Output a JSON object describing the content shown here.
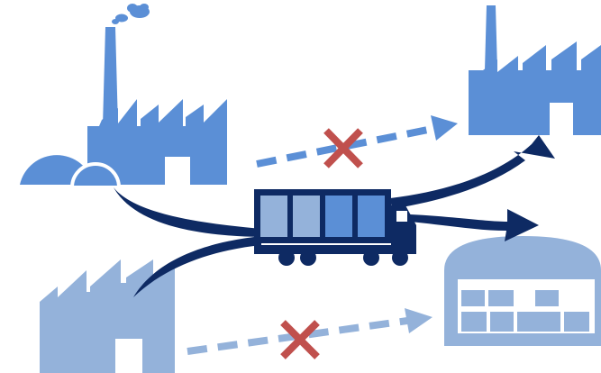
{
  "diagram": {
    "nodes": [
      {
        "id": "factory-main",
        "kind": "factory-with-chimney-and-smoke",
        "color": "#5b8fd6"
      },
      {
        "id": "storage-domes",
        "kind": "storage-tank-domes",
        "color": "#5b8fd6"
      },
      {
        "id": "factory-secondary",
        "kind": "factory",
        "color": "#94b2da"
      },
      {
        "id": "factory-destination",
        "kind": "factory",
        "color": "#5b8fd6"
      },
      {
        "id": "warehouse",
        "kind": "warehouse-with-boxes",
        "color": "#94b2da"
      },
      {
        "id": "truck",
        "kind": "delivery-truck",
        "cargo_colors": [
          "#94b2da",
          "#94b2da",
          "#5b8fd6",
          "#5b8fd6"
        ]
      }
    ],
    "flows": [
      {
        "from": "factory-main",
        "to": "truck",
        "style": "solid-curved",
        "color": "#0e2a63"
      },
      {
        "from": "factory-secondary",
        "to": "truck",
        "style": "solid-curved",
        "color": "#0e2a63"
      },
      {
        "from": "truck",
        "to": "factory-destination",
        "style": "solid-curved-arrow",
        "color": "#0e2a63"
      },
      {
        "from": "truck",
        "to": "warehouse",
        "style": "solid-curved-arrow",
        "color": "#0e2a63"
      },
      {
        "from": "factory-main",
        "to": "factory-destination",
        "style": "dashed-arrow",
        "blocked": true,
        "color": "#5b8fd6"
      },
      {
        "from": "factory-secondary",
        "to": "warehouse",
        "style": "dashed-arrow",
        "blocked": true,
        "color": "#94b2da"
      }
    ],
    "blocked_mark": {
      "icon": "x-cross-icon",
      "color": "#c0504d"
    }
  },
  "colors": {
    "dark_navy": "#0e2a63",
    "medium_blue": "#5b8fd6",
    "light_blue": "#94b2da",
    "red_cross": "#c0504d",
    "background": "#ffffff"
  }
}
